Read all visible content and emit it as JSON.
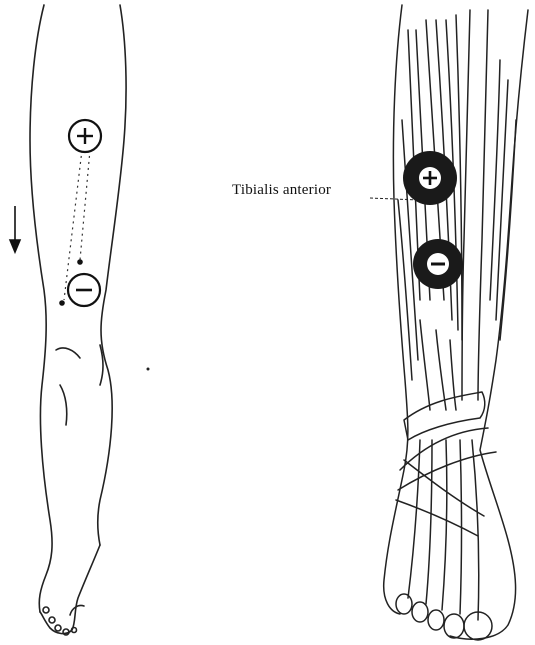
{
  "figure": {
    "left_panel": {
      "electrodes": [
        {
          "polarity": "positive",
          "symbol": "+"
        },
        {
          "polarity": "negative",
          "symbol": "−"
        }
      ],
      "arrow_direction": "down"
    },
    "right_panel": {
      "muscle_label": "Tibialis anterior",
      "electrodes": [
        {
          "polarity": "positive",
          "symbol": "+"
        },
        {
          "polarity": "negative",
          "symbol": "−"
        }
      ]
    }
  }
}
